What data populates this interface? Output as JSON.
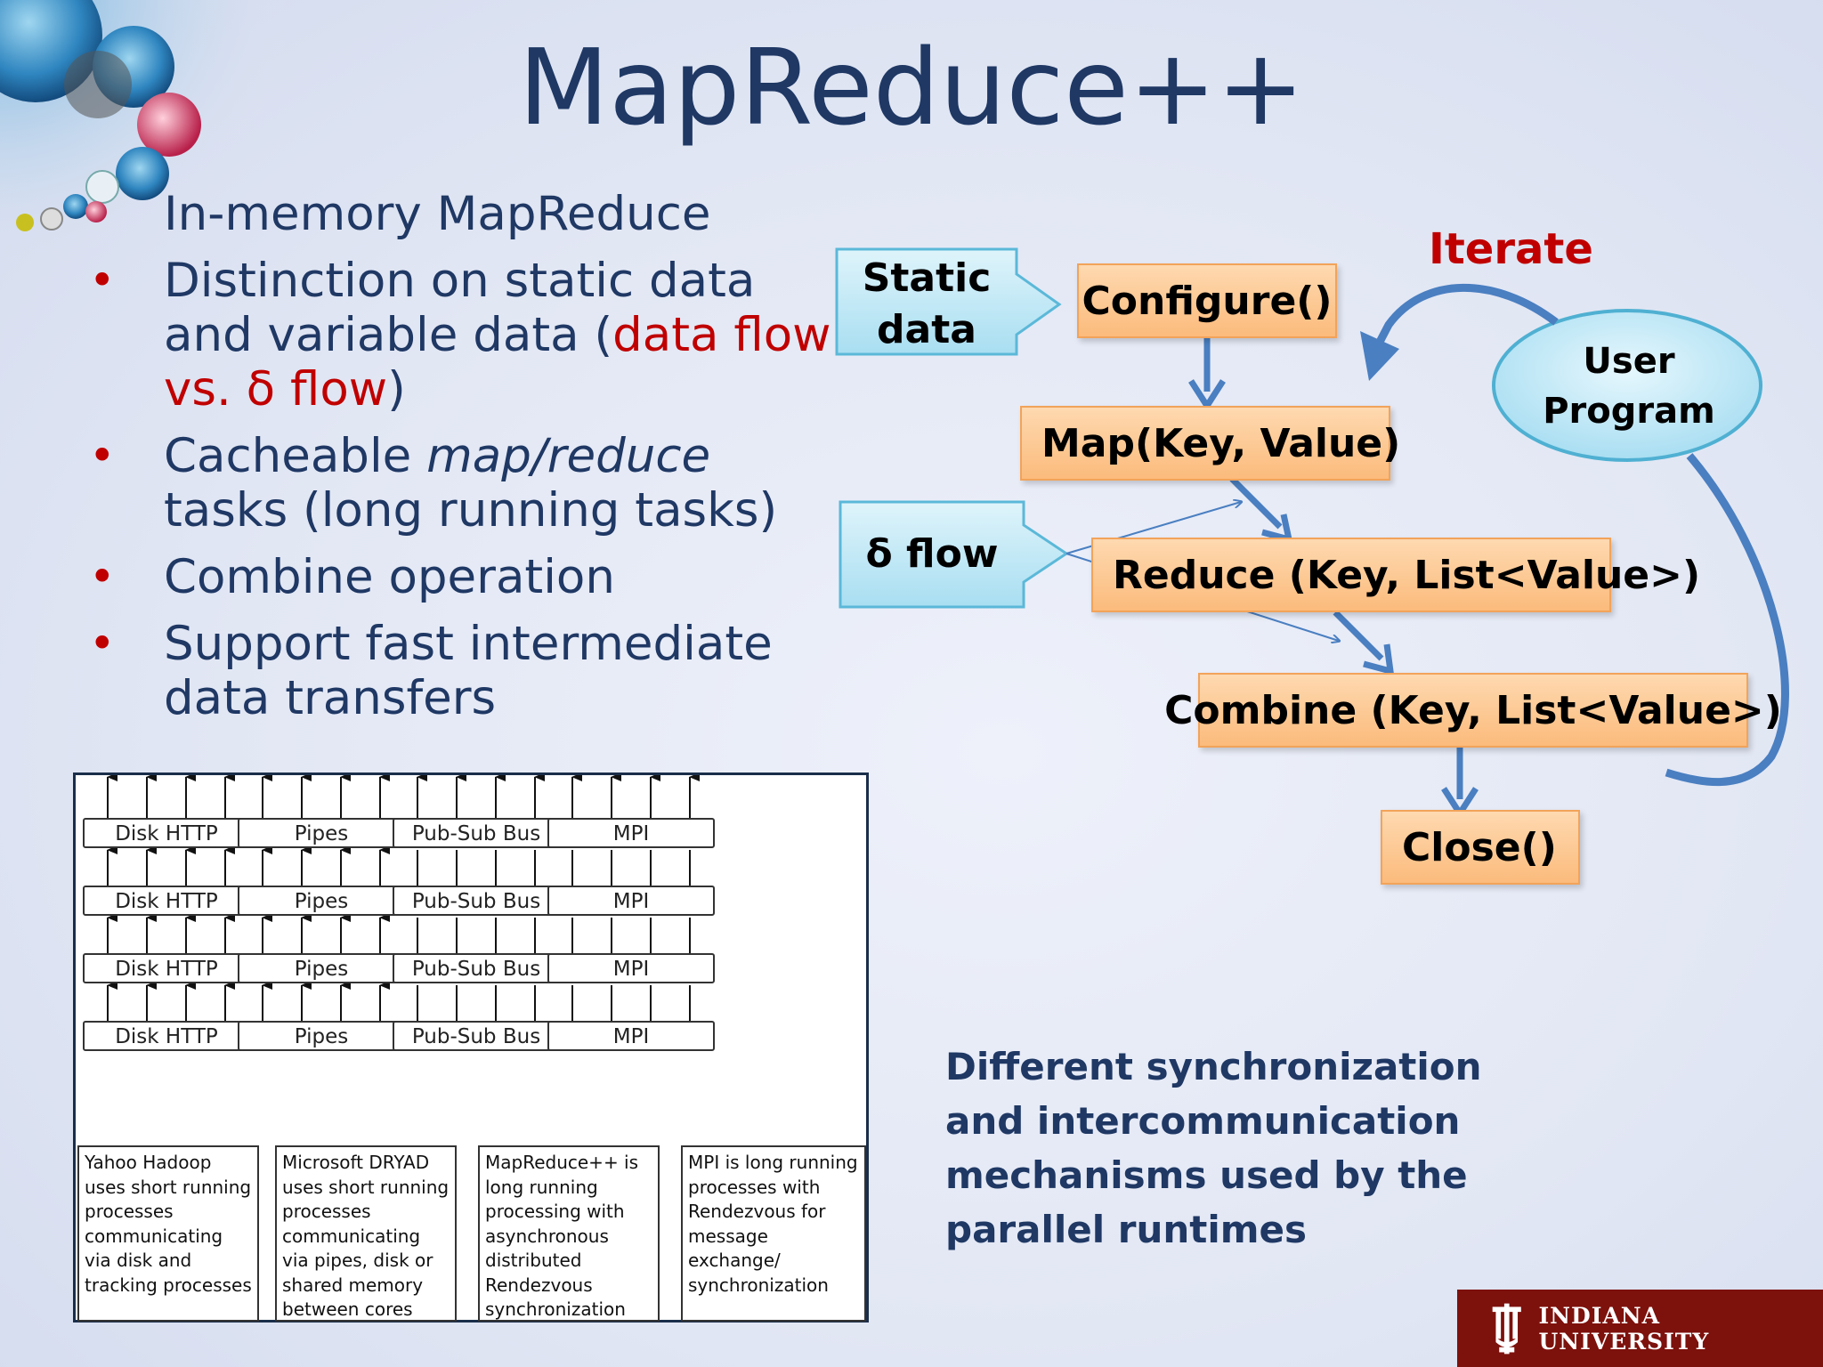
{
  "slide": {
    "title": "MapReduce++",
    "bullets": [
      {
        "segments": [
          {
            "text": "In-memory MapReduce"
          }
        ]
      },
      {
        "segments": [
          {
            "text": "Distinction on static data and variable data ("
          },
          {
            "text": "data flow vs. δ flow",
            "style": "red"
          },
          {
            "text": ")"
          }
        ]
      },
      {
        "segments": [
          {
            "text": "Cacheable "
          },
          {
            "text": "map/reduce",
            "style": "italic"
          },
          {
            "text": " tasks (long running tasks)"
          }
        ]
      },
      {
        "segments": [
          {
            "text": "Combine operation"
          }
        ]
      },
      {
        "segments": [
          {
            "text": "Support fast intermediate data transfers"
          }
        ]
      }
    ]
  },
  "flow": {
    "static_data": "Static data",
    "delta_flow": "δ flow",
    "configure": "Configure()",
    "map": "Map(Key, Value)",
    "reduce": "Reduce (Key, List<Value>)",
    "combine": "Combine (Key, List<Value>)",
    "close": "Close()",
    "iterate": "Iterate",
    "user_program": "User Program"
  },
  "runtimes": {
    "columns": [
      {
        "bar_label": "Disk HTTP",
        "description": "Yahoo Hadoop uses short running processes communicating via disk and tracking processes"
      },
      {
        "bar_label": "Pipes",
        "description": "Microsoft DRYAD uses short running processes communicating via pipes, disk or shared memory between cores"
      },
      {
        "bar_label": "Pub-Sub Bus",
        "description": "MapReduce++ is long running processing with asynchronous distributed Rendezvous synchronization"
      },
      {
        "bar_label": "MPI",
        "description": "MPI is long running processes with Rendezvous for message exchange/ synchronization"
      }
    ]
  },
  "caption": "Different synchronization and intercommunication mechanisms used by the parallel runtimes",
  "logo": {
    "text": "INDIANA UNIVERSITY"
  },
  "colors": {
    "title": "#1f3864",
    "accent_red": "#c00000",
    "box_fill": "#fbc58c",
    "arrow_blue": "#4a7fc1",
    "iu_crimson": "#7d110c"
  }
}
